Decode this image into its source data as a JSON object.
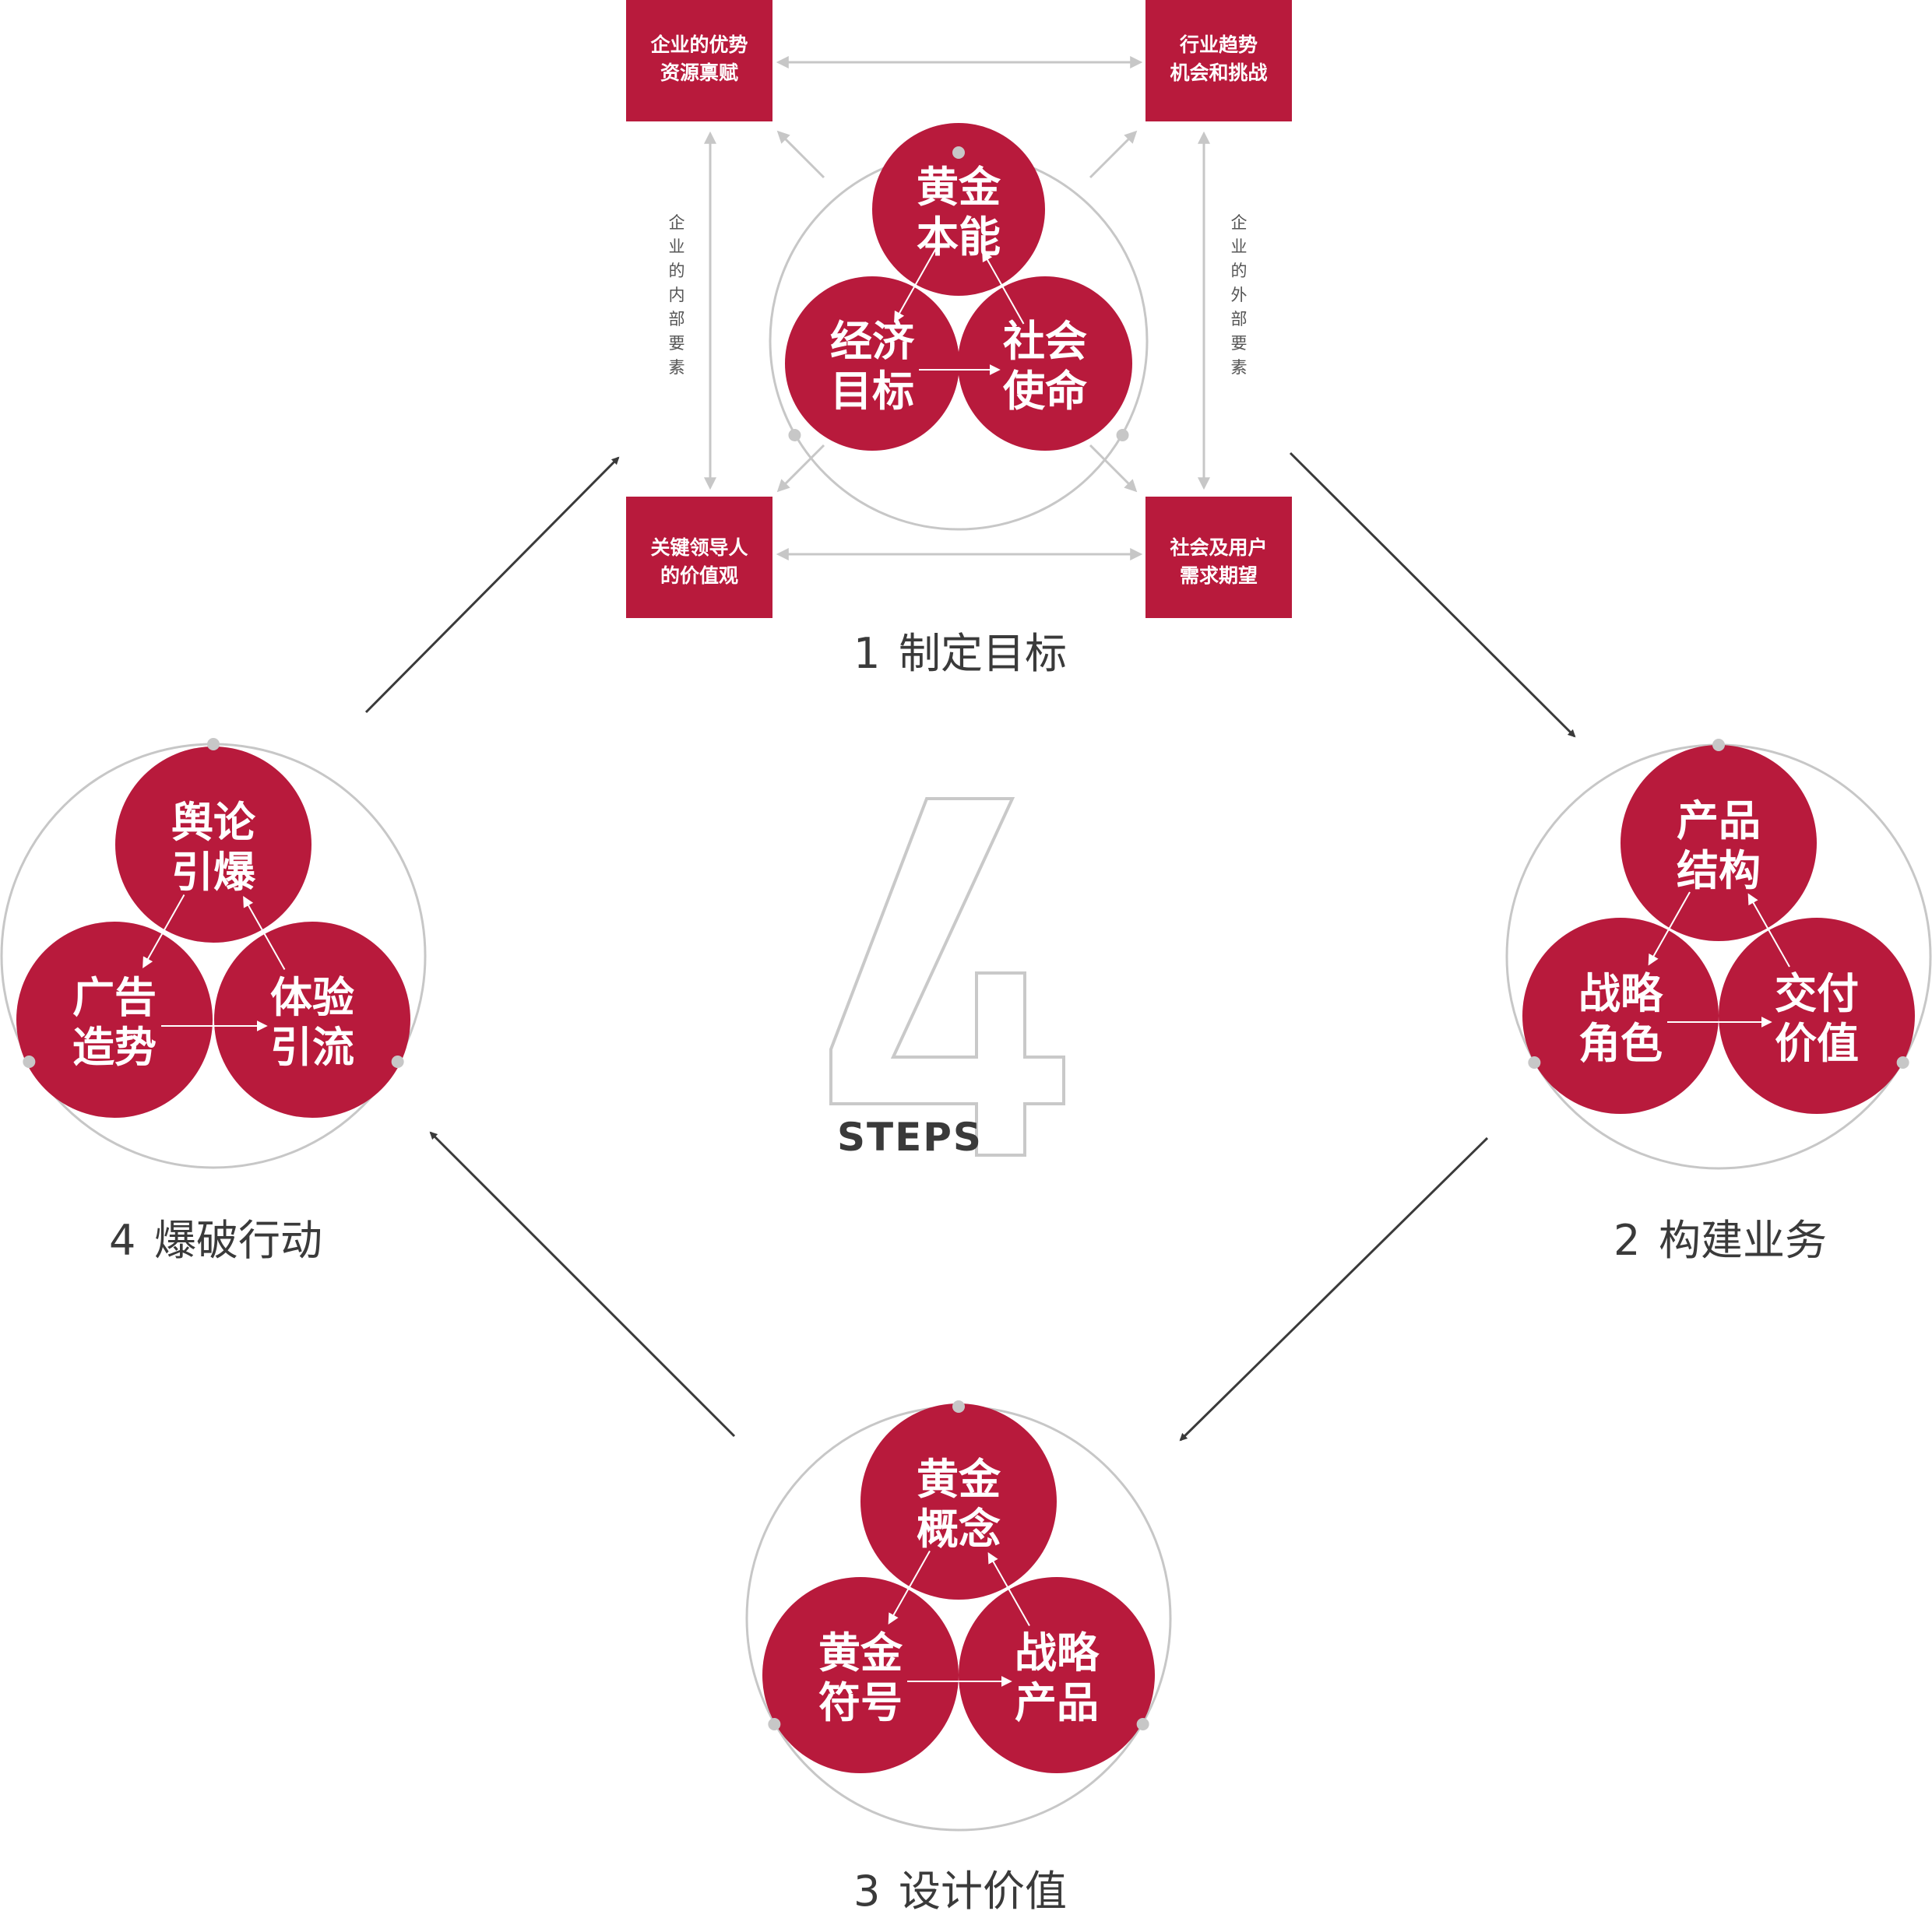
{
  "colors": {
    "accent": "#b81a3c",
    "ring": "#c7c7c7",
    "arrow_dark": "#3a3a3a",
    "arrow_light": "#c7c7c7",
    "text_dark": "#3a3a3a"
  },
  "center": {
    "big_number": "4",
    "label": "STEPS"
  },
  "steps": [
    {
      "number": "1",
      "title": "制定目标",
      "top": [
        "黄金",
        "本能"
      ],
      "left": [
        "经济",
        "目标"
      ],
      "right": [
        "社会",
        "使命"
      ],
      "boxes": {
        "top_left": [
          "企业的优势",
          "资源禀赋"
        ],
        "top_right": [
          "行业趋势",
          "机会和挑战"
        ],
        "bottom_left": [
          "关键领导人",
          "的价值观"
        ],
        "bottom_right": [
          "社会及用户",
          "需求期望"
        ]
      },
      "side_left": [
        "企",
        "业",
        "的",
        "内",
        "部",
        "要",
        "素"
      ],
      "side_right": [
        "企",
        "业",
        "的",
        "外",
        "部",
        "要",
        "素"
      ]
    },
    {
      "number": "2",
      "title": "构建业务",
      "top": [
        "产品",
        "结构"
      ],
      "left": [
        "战略",
        "角色"
      ],
      "right": [
        "交付",
        "价值"
      ]
    },
    {
      "number": "3",
      "title": "设计价值",
      "top": [
        "黄金",
        "概念"
      ],
      "left": [
        "黄金",
        "符号"
      ],
      "right": [
        "战略",
        "产品"
      ]
    },
    {
      "number": "4",
      "title": "爆破行动",
      "top": [
        "舆论",
        "引爆"
      ],
      "left": [
        "广告",
        "造势"
      ],
      "right": [
        "体验",
        "引流"
      ]
    }
  ]
}
